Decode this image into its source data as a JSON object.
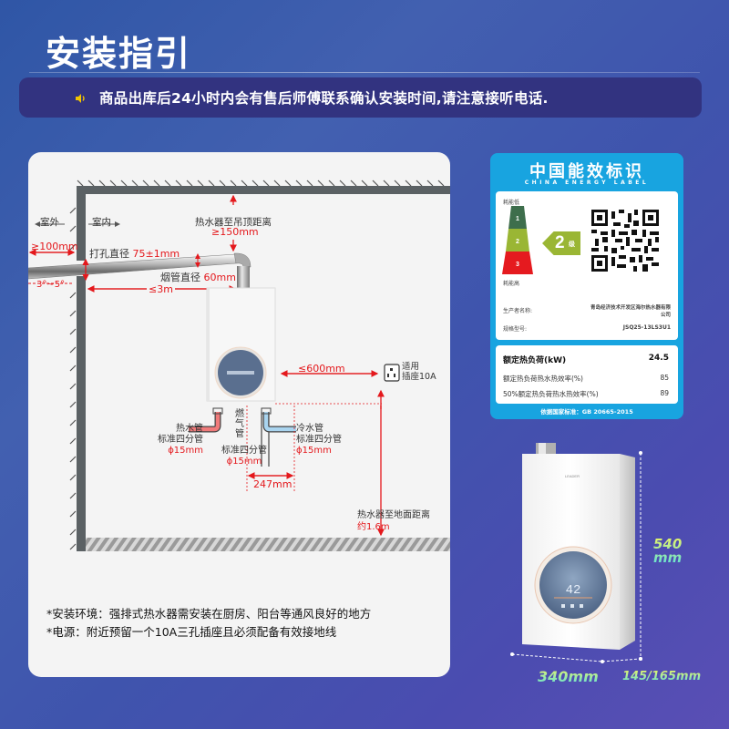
{
  "header": {
    "title": "安装指引",
    "notice": {
      "icon": "speaker-icon",
      "text": "商品出库后24小时内会有售后师傅联系确认安装时间,请注意接听电话."
    }
  },
  "diagram": {
    "outdoor_label": "室外",
    "indoor_label": "室内",
    "wall_gap": "≥100mm",
    "hole_diameter_label": "打孔直径",
    "hole_diameter_value": "75±1mm",
    "slope": "3°~5°",
    "ceiling_distance_label": "热水器至吊顶距离",
    "ceiling_distance_value": "≥150mm",
    "flue_diameter_label": "烟管直径",
    "flue_diameter_value": "60mm",
    "flue_length": "≤3m",
    "socket_distance": "≤600mm",
    "socket_label_line1": "适用",
    "socket_label_line2": "插座10A",
    "hot_pipe": {
      "line1": "热水管",
      "line2": "标准四分管",
      "size": "ϕ15mm"
    },
    "gas_pipe": {
      "vertical": "燃气管",
      "line2": "标准四分管",
      "size": "ϕ15mm"
    },
    "cold_pipe": {
      "line1": "冷水管",
      "line2": "标准四分管",
      "size": "ϕ15mm"
    },
    "pipe_spacing": "247mm",
    "floor_distance_label": "热水器至地面距离",
    "floor_distance_value": "约1.6m"
  },
  "notes": [
    "*安装环境：强排式热水器需安装在厨房、阳台等通风良好的地方",
    "*电源：附近预留一个10A三孔插座且必须配备有效接地线"
  ],
  "energy_label": {
    "title": "中国能效标识",
    "subtitle": "CHINA ENERGY LABEL",
    "low_consumption": "耗能低",
    "high_consumption": "耗能高",
    "grades": [
      "1",
      "2",
      "3"
    ],
    "grade_colors": [
      "#3e6e4c",
      "#9ab634",
      "#e51a1f"
    ],
    "current_grade": "2",
    "grade_suffix": "级",
    "manufacturer_label": "生产者名称:",
    "manufacturer_value": "青岛经济技术开发区海尔热水器有限公司",
    "model_label": "规格型号:",
    "model_value": "JSQ25-13LS3U1",
    "rated_load_label": "额定热负荷(kW)",
    "rated_load_value": "24.5",
    "efficiency_label": "额定热负荷热水热效率(%)",
    "efficiency_value": "85",
    "efficiency50_label": "50%额定热负荷热水热效率(%)",
    "efficiency50_value": "89",
    "standard": "依据国家标准：GB 20665-2015"
  },
  "product": {
    "display_temp": "42",
    "height": "540",
    "height_unit": "mm",
    "width": "340mm",
    "depth": "145/165mm"
  }
}
